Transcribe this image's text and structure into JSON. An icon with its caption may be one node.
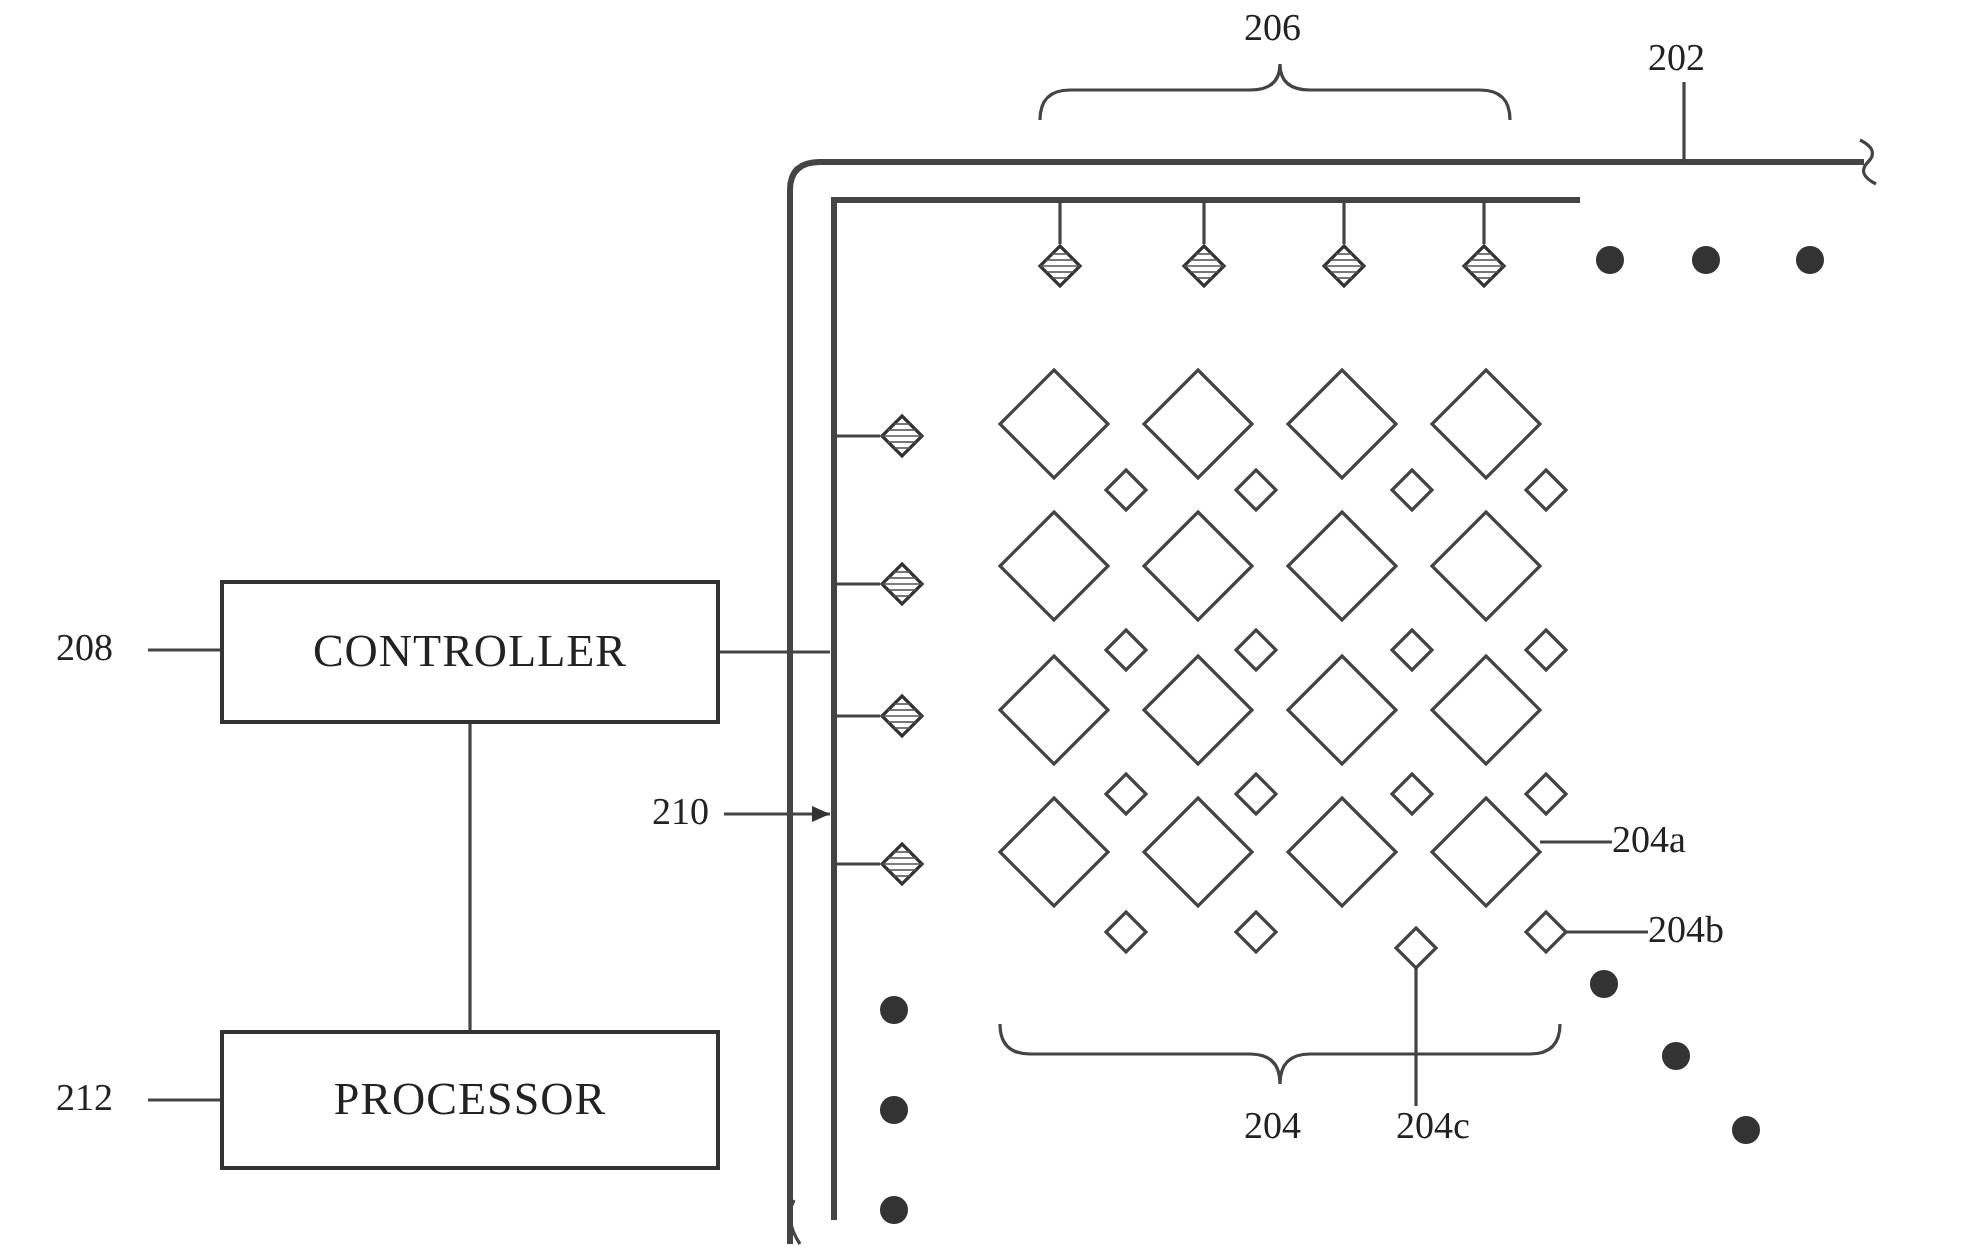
{
  "diagram": {
    "nodes": [
      {
        "text": [
          "CONTROLLER"
        ]
      },
      {
        "text": [
          "PROCESSOR"
        ]
      },
      {
        "text": [
          "208"
        ]
      },
      {
        "text": [
          "212"
        ]
      },
      {
        "text": [
          "202"
        ]
      },
      {
        "text": [
          "210"
        ]
      },
      {
        "text": [],
        "shape": "bar"
      },
      {
        "text": [
          "204a"
        ]
      },
      {
        "text": [],
        "shape": "diamond"
      },
      {
        "text": [
          "204b"
        ]
      },
      {
        "text": [],
        "shape": "diamond"
      },
      {
        "text": [
          "204c"
        ]
      },
      {
        "text": [],
        "shape": "diamond"
      }
    ],
    "edges": [
      {
        "from": 0,
        "to": 1,
        "arrow": "none"
      },
      {
        "from": 0,
        "to": 6,
        "arrow": "none"
      },
      {
        "from": 2,
        "to": 0,
        "arrow": "none"
      },
      {
        "from": 3,
        "to": 1,
        "arrow": "none"
      },
      {
        "from": 4,
        "to": null,
        "arrow": "none"
      },
      {
        "from": 5,
        "to": 6,
        "arrow": "to"
      },
      {
        "from": 7,
        "to": 8,
        "arrow": "none"
      },
      {
        "from": 9,
        "to": 10,
        "arrow": "none"
      },
      {
        "from": 11,
        "to": 12,
        "arrow": "none"
      }
    ],
    "labels": [
      "206",
      "204"
    ]
  }
}
